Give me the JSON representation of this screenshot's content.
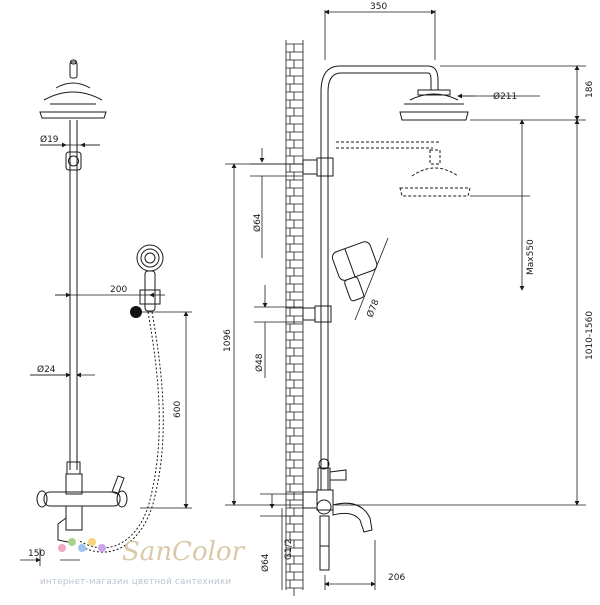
{
  "labels": {
    "d19": "Ø19",
    "w200": "200",
    "d24": "Ø24",
    "h600": "600",
    "w150": "150",
    "w350": "350",
    "d211": "Ø211",
    "h186": "186",
    "max550": "Max550",
    "range": "1010-1560",
    "d64a": "Ø64",
    "h1096": "1096",
    "d78": "Ø78",
    "d48": "Ø48",
    "d64b": "Ø64",
    "g12": "G1/2",
    "w206": "206"
  },
  "watermark": {
    "brand": "SanColor",
    "tagline": "интернет-магазин цветной сантехники"
  },
  "colors": {
    "line": "#1a1a1a",
    "watermark_brand": "#d9c9a8",
    "watermark_text": "#b9c3cf",
    "handle_dot": "#111111"
  }
}
